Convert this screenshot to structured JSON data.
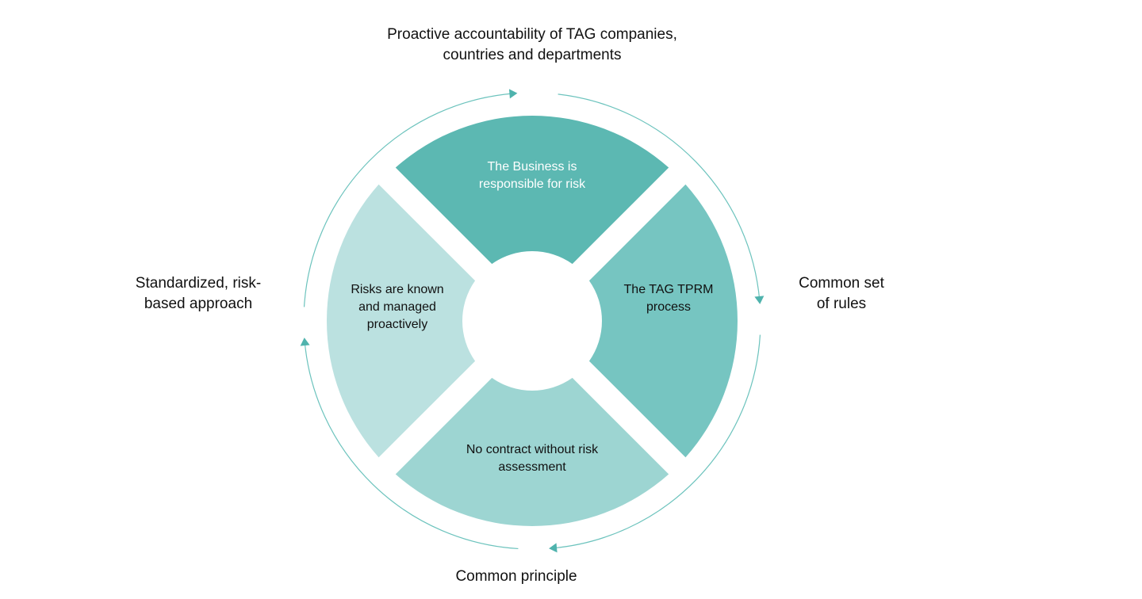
{
  "outer_labels": {
    "top": "Proactive accountability of TAG companies,\ncountries and departments",
    "right": "Common set\nof rules",
    "bottom": "Common principle",
    "left": "Standardized, risk-\nbased approach"
  },
  "segments": [
    {
      "id": "top",
      "label": "The Business is\nresponsible for risk",
      "color": "#5cb8b2",
      "text_color": "#ffffff"
    },
    {
      "id": "right",
      "label": "The TAG TPRM\nprocess",
      "color": "#76c5c1",
      "text_color": "#111111"
    },
    {
      "id": "bottom",
      "label": "No contract without risk\nassessment",
      "color": "#9dd5d2",
      "text_color": "#111111"
    },
    {
      "id": "left",
      "label": "Risks are known\nand managed\nproactively",
      "color": "#bbe1e0",
      "text_color": "#111111"
    }
  ],
  "ring": {
    "color": "#6cc3bd",
    "arrow_color": "#4fb3ad",
    "direction": "clockwise"
  }
}
